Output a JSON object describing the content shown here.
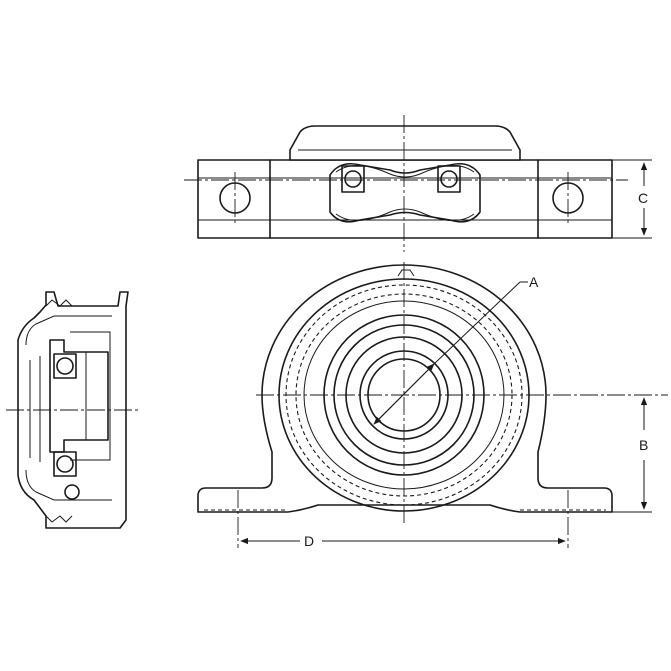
{
  "drawing": {
    "dimension_labels": {
      "a": "A",
      "b": "B",
      "c": "C",
      "d": "D"
    },
    "line_color": "#1a1a1a",
    "background": "#ffffff"
  }
}
